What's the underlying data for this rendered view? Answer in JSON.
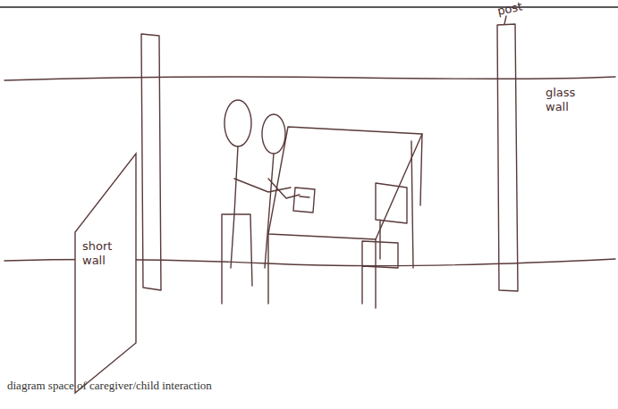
{
  "diagram": {
    "caption": "diagram space of caregiver/child interaction",
    "nodes": [
      {
        "text": [
          "short wall"
        ]
      }
    ],
    "labels": [
      "post",
      "glass wall"
    ]
  }
}
